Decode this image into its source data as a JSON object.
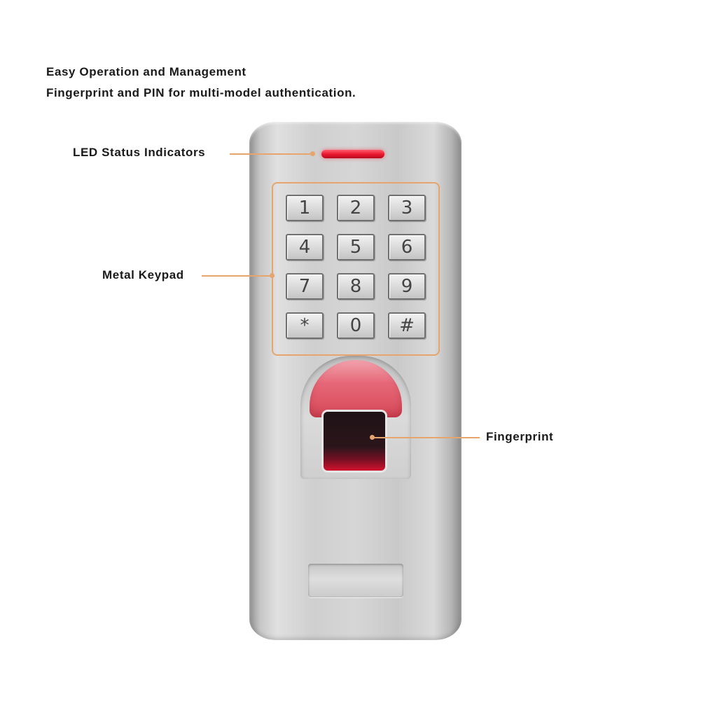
{
  "heading": {
    "line1": "Easy Operation and Management",
    "line2": "Fingerprint and PIN for multi-model authentication."
  },
  "callouts": {
    "led": "LED Status Indicators",
    "keypad": "Metal Keypad",
    "fingerprint": "Fingerprint"
  },
  "keypad": {
    "keys": [
      "1",
      "2",
      "3",
      "4",
      "5",
      "6",
      "7",
      "8",
      "9",
      "*",
      "0",
      "#"
    ]
  },
  "colors": {
    "callout_line": "#e6a56c",
    "led": "#e8152f",
    "fingerprint_cap": "#e66878"
  }
}
